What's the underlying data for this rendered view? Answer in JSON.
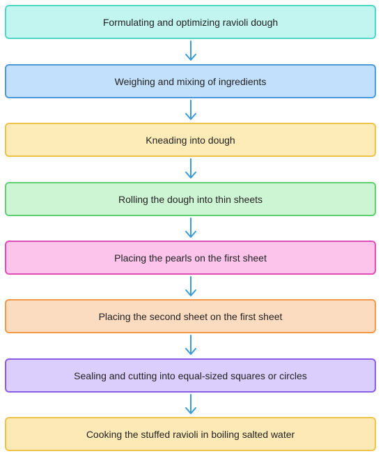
{
  "steps": [
    {
      "label": "Formulating and optimizing ravioli dough",
      "fill": "#c2f5f0",
      "border": "#4dd6c4"
    },
    {
      "label": "Weighing and mixing of ingredients",
      "fill": "#c2e0fb",
      "border": "#4a98dc"
    },
    {
      "label": "Kneading into dough",
      "fill": "#fdebb8",
      "border": "#efc24a"
    },
    {
      "label": "Rolling the dough into thin sheets",
      "fill": "#cef5d3",
      "border": "#5fd072"
    },
    {
      "label": "Placing the pearls on the first sheet",
      "fill": "#fcc4ea",
      "border": "#e04db6"
    },
    {
      "label": "Placing the second sheet on the first sheet",
      "fill": "#fcdcc0",
      "border": "#f29848"
    },
    {
      "label": "Sealing and cutting into equal-sized squares or circles",
      "fill": "#dccefc",
      "border": "#8a5ce6"
    },
    {
      "label": "Cooking the stuffed ravioli in boiling salted water",
      "fill": "#fde9b6",
      "border": "#efc24a"
    }
  ],
  "arrow_color": "#3a9ad8",
  "arrow_icon": "arrow-down-icon"
}
